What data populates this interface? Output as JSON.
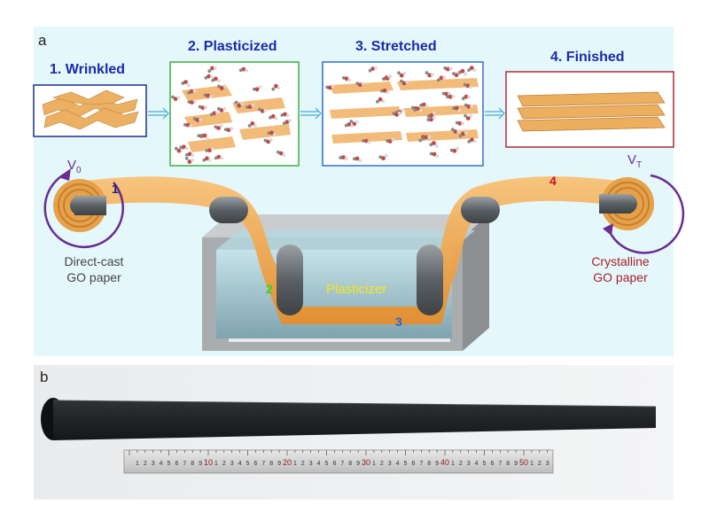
{
  "panel_a": {
    "letter": "a",
    "steps": [
      {
        "label": "1. Wrinkled",
        "marker": "1",
        "border": "#1c2f8a",
        "marker_color": "#1a237e"
      },
      {
        "label": "2. Plasticized",
        "marker": "2",
        "border": "#3cb043",
        "marker_color": "#2bd62b"
      },
      {
        "label": "3. Stretched",
        "marker": "3",
        "border": "#2f6fcf",
        "marker_color": "#2563d8"
      },
      {
        "label": "4. Finished",
        "marker": "4",
        "border": "#b02a37",
        "marker_color": "#c8102e"
      }
    ],
    "left_roller": {
      "velocity": "V",
      "subscript": "0",
      "caption_line1": "Direct-cast",
      "caption_line2": "GO paper"
    },
    "right_roller": {
      "velocity": "V",
      "subscript": "T",
      "caption_line1": "Crystalline",
      "caption_line2": "GO paper"
    },
    "bath_label": "Plasticizer",
    "colors": {
      "background": "#e4f7fb",
      "film": "#f2a54a",
      "roller": "#6f7478",
      "bath": "#b9d2d8",
      "bath_label": "#f5e61e"
    }
  },
  "panel_b": {
    "letter": "b",
    "ruler_numbers": [
      "10",
      "20",
      "30",
      "40",
      "50"
    ]
  }
}
